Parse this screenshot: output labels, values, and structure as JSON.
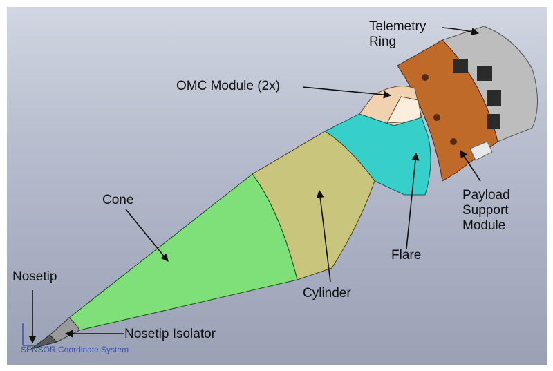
{
  "labels": {
    "telemetry_ring": [
      "Telemetry",
      "Ring"
    ],
    "omc_module": "OMC Module (2x)",
    "cone": "Cone",
    "payload_support_module": [
      "Payload",
      "Support",
      "Module"
    ],
    "flare": "Flare",
    "cylinder": "Cylinder",
    "nosetip": "Nosetip",
    "nosetip_isolator": "Nosetip Isolator"
  },
  "coordinate_system_caption": "SENSOR Coordinate System",
  "colors": {
    "cone": "#7fe07a",
    "cylinder": "#c9c57c",
    "flare": "#36cfc9",
    "payload": "#c06a2a",
    "telemetry_ring": "#b8b8b8",
    "omc_module": "#f0d2b0",
    "nosetip": "#5a5a5a",
    "nosetip_isolator": "#9a9a9a"
  }
}
